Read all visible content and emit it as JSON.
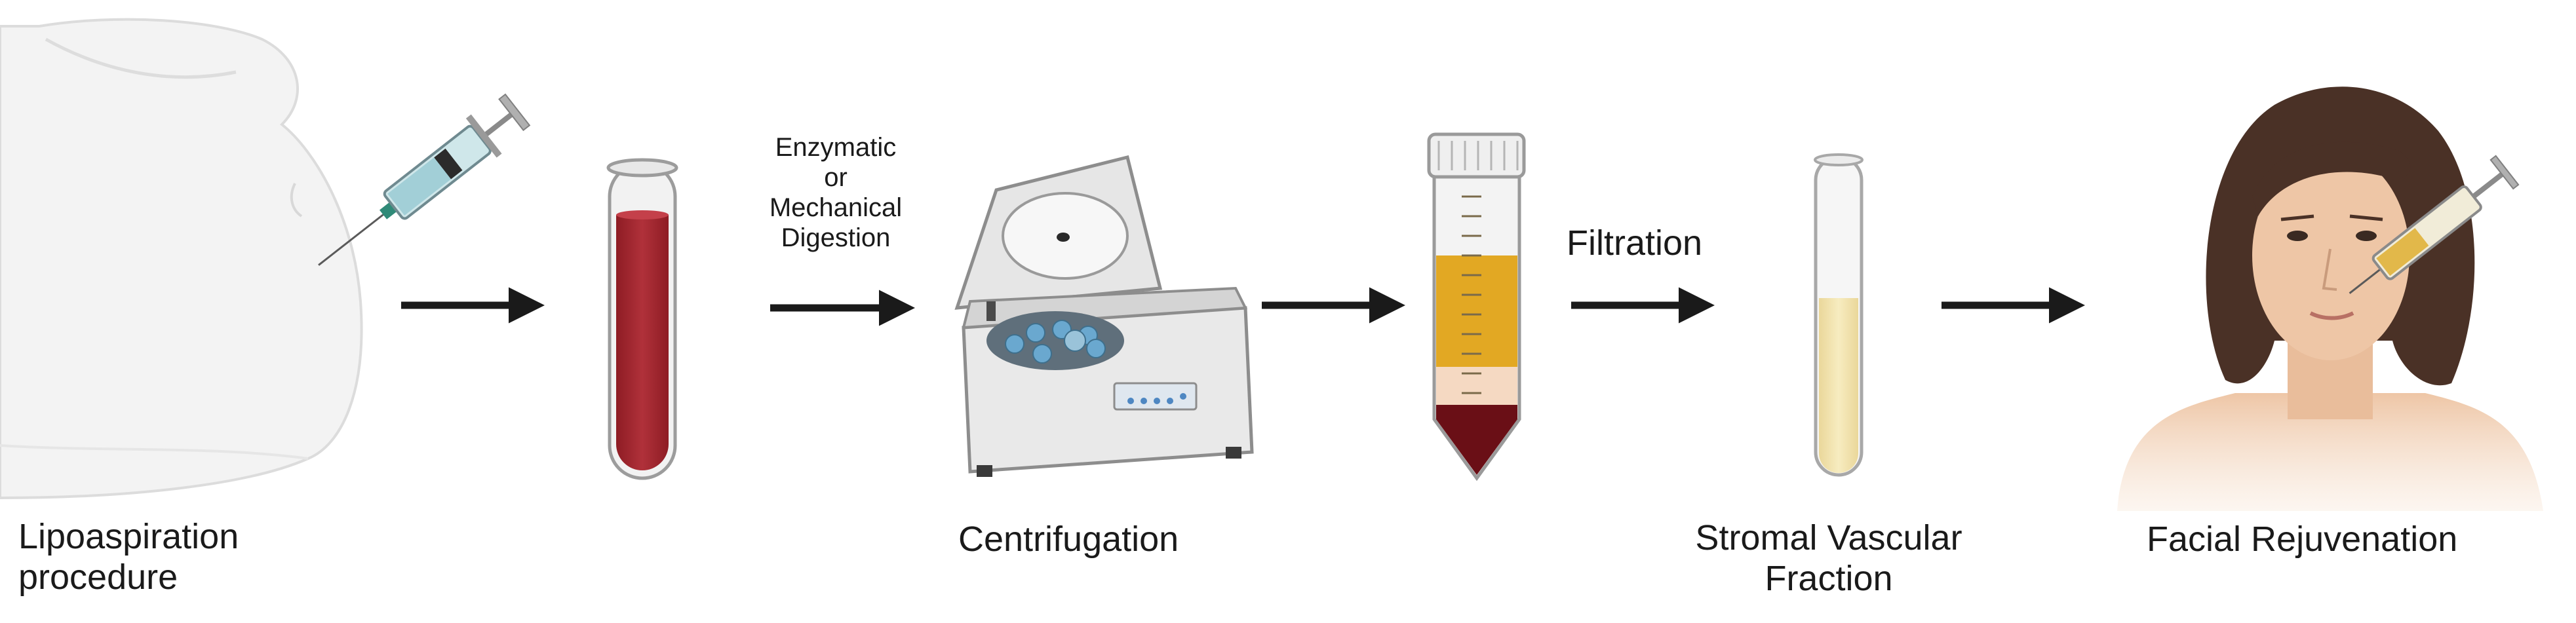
{
  "steps": [
    {
      "label_line1": "Lipoaspiration",
      "label_line2": "procedure"
    },
    {
      "label": "Centrifugation"
    },
    {
      "label_line1": "Stromal Vascular",
      "label_line2": "Fraction"
    },
    {
      "label": "Facial Rejuvenation"
    }
  ],
  "transitions": {
    "digestion": [
      "Enzymatic",
      "or",
      "Mechanical",
      "Digestion"
    ],
    "filtration": "Filtration"
  },
  "colors": {
    "arrow": "#1a1a1a",
    "blood": "#a8262f",
    "fat_layer": "#e2a823",
    "svf_fluid": "#f3e6ad",
    "skin": "#eec6a6",
    "hair": "#4a3126"
  },
  "icons": [
    "patient-abdomen-icon",
    "syringe-icon",
    "blood-tube-icon",
    "centrifuge-icon",
    "conical-tube-icon",
    "svf-tube-icon",
    "face-icon"
  ]
}
